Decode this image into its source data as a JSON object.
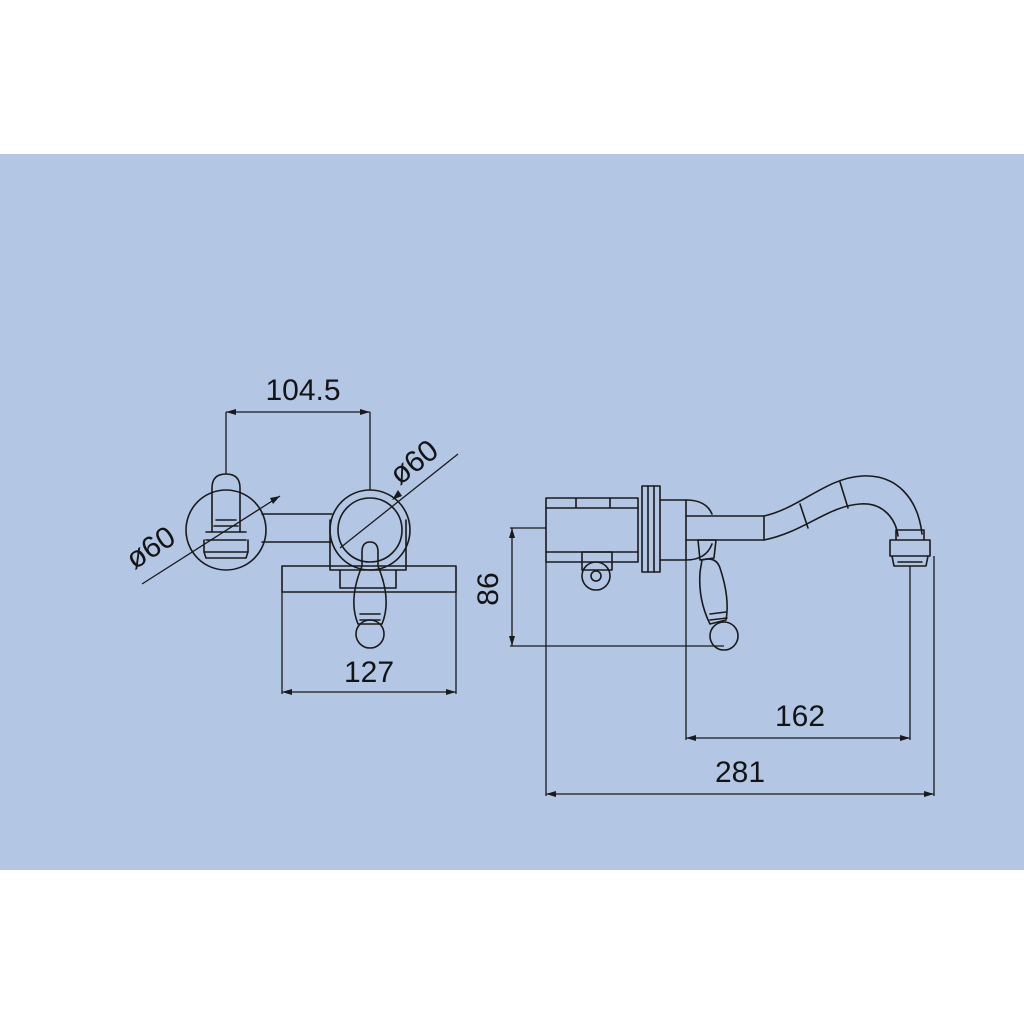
{
  "colors": {
    "page_background": "#ffffff",
    "panel_background": "#b3c7e5",
    "line": "#1a1a1a"
  },
  "dimensions": {
    "front_spacing": "104.5",
    "left_diameter": "ø60",
    "right_diameter": "ø60",
    "plate_width": "127",
    "height": "86",
    "spout_reach": "162",
    "overall_length": "281"
  }
}
